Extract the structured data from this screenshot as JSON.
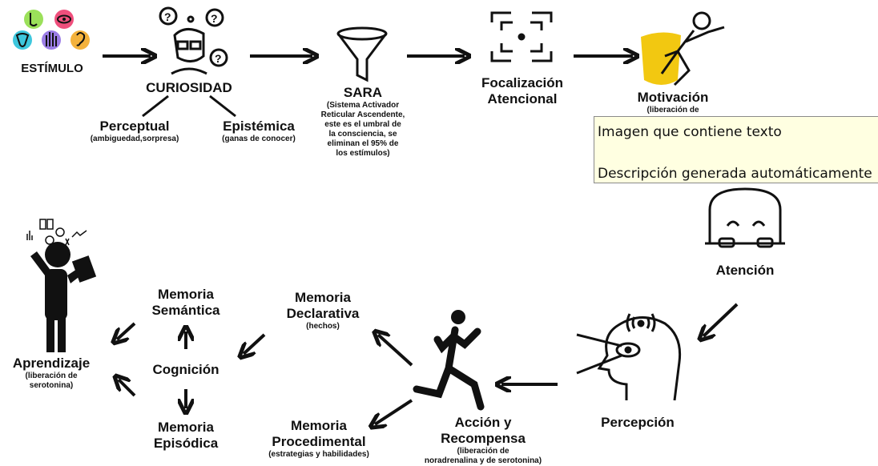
{
  "colors": {
    "ink": "#111111",
    "motivation_accent": "#f2c811",
    "tooltip_bg": "#ffffe1"
  },
  "nodes": {
    "estimulo": {
      "title": "ESTÍMULO",
      "senses": [
        "nose-icon",
        "eye-icon",
        "tongue-icon",
        "hand-icon",
        "ear-icon"
      ]
    },
    "curiosidad": {
      "title": "CURIOSIDAD"
    },
    "perceptual": {
      "title": "Perceptual",
      "sub": "(ambiguedad,sorpresa)"
    },
    "epistemica": {
      "title": "Epistémica",
      "sub": "(ganas de conocer)"
    },
    "sara": {
      "title": "SARA",
      "sub": [
        "(Sistema Activador",
        "Reticular Ascendente,",
        "este es el umbral de",
        "la consciencia, se",
        "eliminan el 95% de",
        "los estímulos)"
      ]
    },
    "focalizacion": {
      "title_lines": [
        "Focalización",
        "Atencional"
      ]
    },
    "motivacion": {
      "title": "Motivación",
      "sub": "(liberación de"
    },
    "atencion": {
      "title": "Atención"
    },
    "percepcion": {
      "title": "Percepción"
    },
    "accion": {
      "title_lines": [
        "Acción y",
        "Recompensa"
      ],
      "sub": [
        "(liberación de",
        "noradrenalina y de serotonina)"
      ]
    },
    "memoria_declarativa": {
      "title_lines": [
        "Memoria",
        "Declarativa"
      ],
      "sub": "(hechos)"
    },
    "memoria_procedimental": {
      "title_lines": [
        "Memoria",
        "Procedimental"
      ],
      "sub": "(estrategias y habilidades)"
    },
    "memoria_semantica": {
      "title_lines": [
        "Memoria",
        "Semántica"
      ]
    },
    "cognicion": {
      "title": "Cognición"
    },
    "memoria_episodica": {
      "title_lines": [
        "Memoria",
        "Episódica"
      ]
    },
    "aprendizaje": {
      "title": "Aprendizaje",
      "sub": [
        "(liberación de",
        "serotonina)"
      ]
    }
  },
  "tooltip": {
    "line1": "Imagen que contiene texto",
    "line2": "Descripción generada automáticamente"
  }
}
